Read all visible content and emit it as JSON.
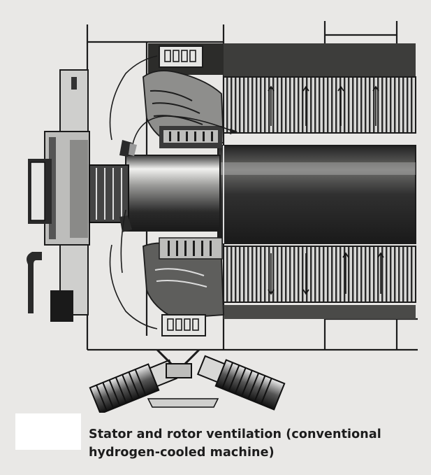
{
  "caption": {
    "line1": "Stator and rotor ventilation (conventional",
    "line2": "hydrogen-cooled machine)"
  },
  "figure": {
    "subject": "generator cutaway illustration",
    "style": "monochrome halftone"
  },
  "colors": {
    "background": "#e9e8e6",
    "ink": "#1c1c1c",
    "mid_gray": "#7a7a78",
    "light_gray": "#cfcfcd"
  }
}
